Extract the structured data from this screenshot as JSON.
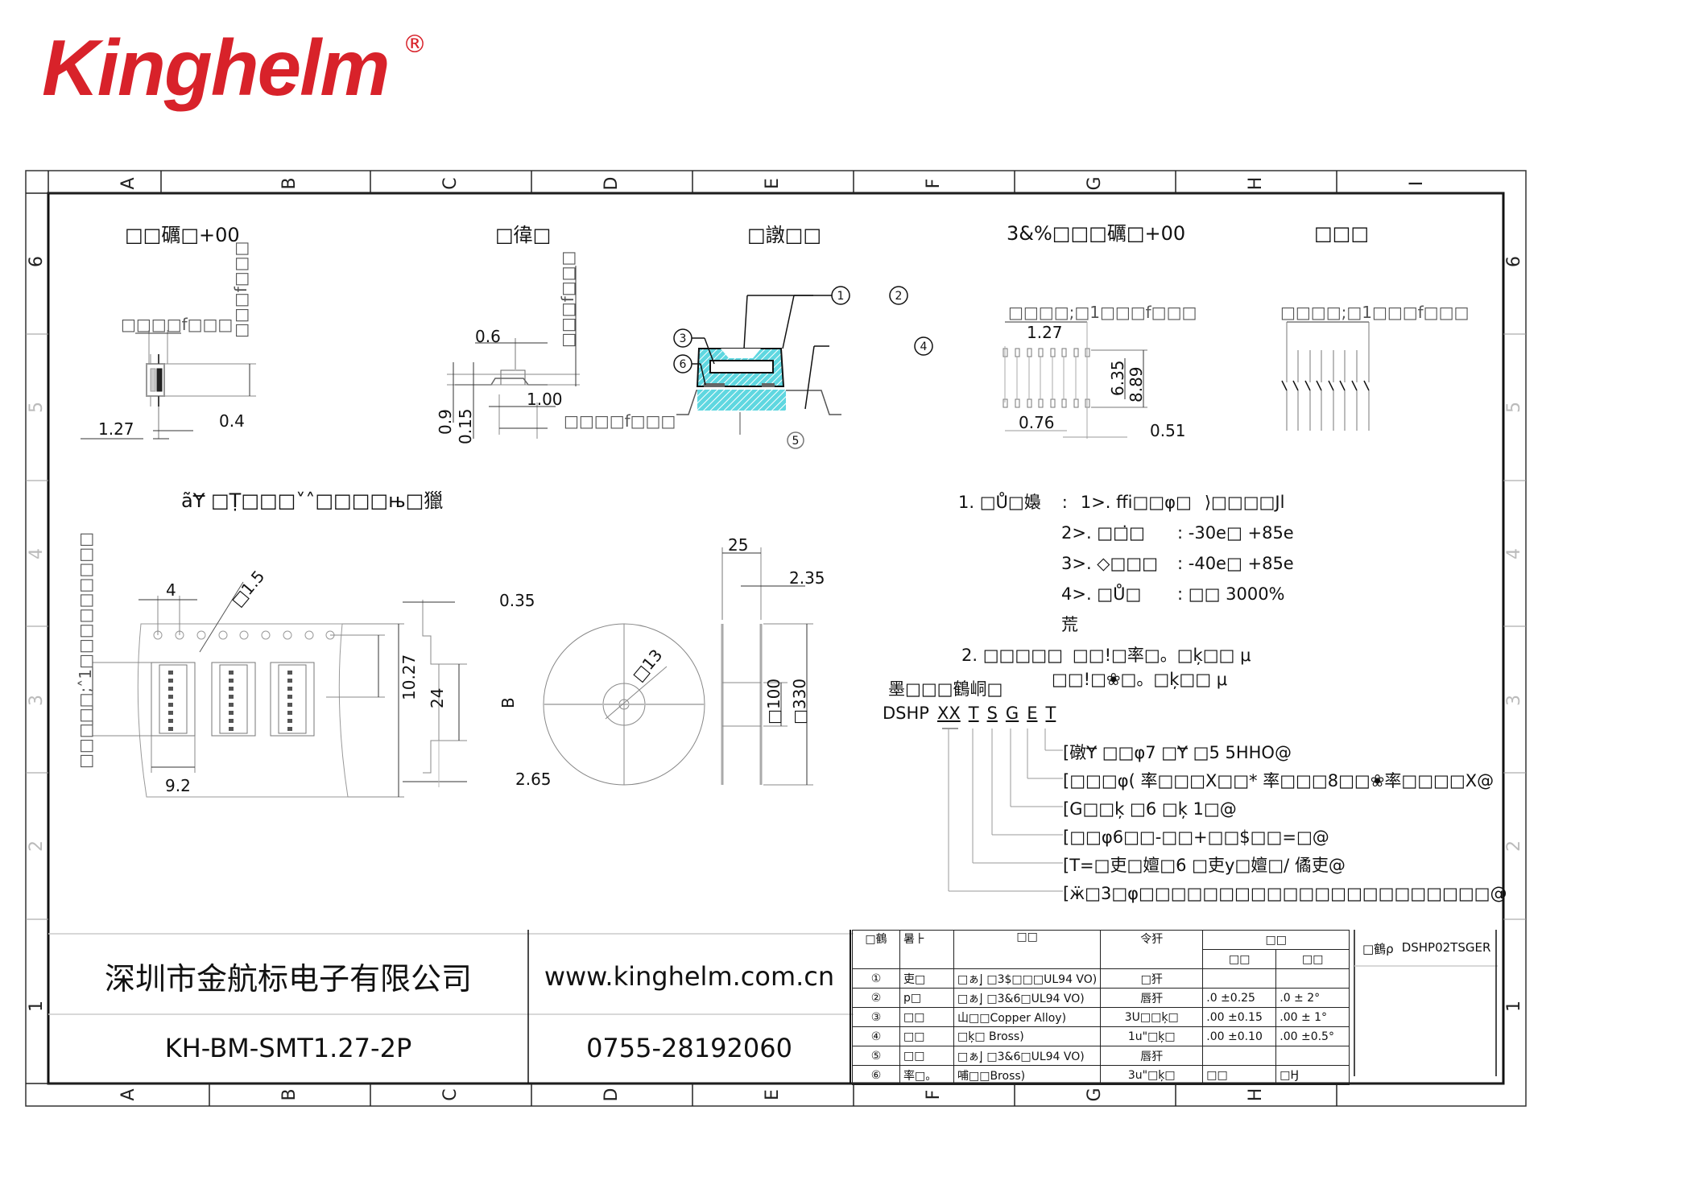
{
  "logo": {
    "brand": "Kinghelm",
    "registered_mark": "®",
    "color": "#d8222a"
  },
  "frame": {
    "columns": [
      "A",
      "B",
      "C",
      "D",
      "E",
      "F",
      "G",
      "H",
      "I"
    ],
    "rows": [
      "6",
      "5",
      "4",
      "3",
      "2",
      "1"
    ]
  },
  "views": {
    "top_view": {
      "title": "□□礪□+00",
      "width_label": "□□□□f□□□",
      "height_label": "□□□f□□□",
      "dims": [
        "1.27",
        "0.4"
      ]
    },
    "side_view": {
      "title": "□徫□",
      "height_label": "□□□f□□□",
      "length_label": "□□□□f□□□",
      "dims": [
        "0.6",
        "1.00",
        "0.9",
        "0.15"
      ]
    },
    "section_view": {
      "title": "□譈□□",
      "callouts": [
        "1",
        "2",
        "3",
        "4",
        "5",
        "6"
      ]
    },
    "pcb_layout": {
      "title": "3&%□□□礪□+00",
      "span_label": "□□□□;□1□□□f□□□",
      "dims": [
        "1.27",
        "6.35",
        "8.89",
        "0.76",
        "0.51"
      ]
    },
    "schematic": {
      "title": "□□□",
      "span_label": "□□□□;□1□□□f□□□"
    },
    "packaging": {
      "title": "а̃Ɏ □Ṭ□□□˅˄□□□□њ□獵",
      "side_label": "□□□□□;˄1□□□□□□□□□",
      "dims": [
        "4",
        "□1.5",
        "10.27",
        "24",
        "9.2",
        "0.35",
        "B",
        "2.65",
        "□13",
        "25",
        "2.35",
        "□100",
        "□330"
      ]
    }
  },
  "specs": {
    "heading": "1. □Ů□嬝",
    "items": [
      {
        "label": "1>. ffi̇□□φ□",
        "value": "⟩□□□□Jl"
      },
      {
        "label": "2>. □□̇□",
        "value": ": -30e□  +85e"
      },
      {
        "label": "3>. ◇□□□",
        "value": ": -40e□  +85e"
      },
      {
        "label": "4>. □Ů□荒",
        "value": ": □□  3000%"
      }
    ],
    "item2_heading": "2. □□□□□",
    "item2_lines": [
      "□□!□率□。□ķ□□  μ",
      "□□!□❀□。□ķ□□  μ"
    ]
  },
  "part_code": {
    "heading": "墨□□□鶴峒□",
    "code_prefix": "DSHP",
    "code_segments": [
      "XX",
      "T",
      "S",
      "G",
      "E",
      "T"
    ],
    "legend": [
      "[礅Ɏ □□φ7 □Ɏ □5 5HHO@",
      "[□□□φ( 率□□□X□□* 率□□□8□□❀率□□□□X@",
      "[G□□ķ □6 □ķ 1□@",
      "[□□φ6□□-□□+□□$□□=□@",
      "[T=□吏□嬗□6 □吏y□嬗□/ 僪吏@",
      "[ӝ□3□φ□□□□□□□□□□□□□□□□□□□□□□@"
    ]
  },
  "title_block": {
    "company": "深圳市金航标电子有限公司",
    "website": "www.kinghelm.com.cn",
    "model": "KH-BM-SMT1.27-2P",
    "phone": "0755-28192060",
    "part_number_label": "□鶴ρ",
    "part_number": "DSHP02TSGER"
  },
  "bom_table": {
    "headers": [
      "□鶴",
      "暑⺊",
      "□□",
      "令犴",
      "□□"
    ],
    "subheaders": [
      "□□",
      "□□"
    ],
    "rows": [
      {
        "no": "①",
        "name": "吏□",
        "material": "□ぁ|̦ □3$□□□UL94 VO)",
        "finish": "□犴",
        "tol1": "",
        "tol2": ""
      },
      {
        "no": "②",
        "name": "p□",
        "material": "□ぁ|̦ □3&6□UL94 VO)",
        "finish": "唇犴",
        "tol1": ".0  ±0.25",
        "tol2": ".0  ± 2°"
      },
      {
        "no": "③",
        "name": "□□",
        "material": "山□□Copper Alloy)",
        "finish": "3U□□ķ□",
        "tol1": ".00 ±0.15",
        "tol2": ".00 ± 1°"
      },
      {
        "no": "④",
        "name": "□□",
        "material": "□ķ□ Bross)",
        "finish": "1u\"□ķ□",
        "tol1": ".00 ±0.10",
        "tol2": ".00 ±0.5°"
      },
      {
        "no": "⑤",
        "name": "□□",
        "material": "□ぁ|̦ □3&6□UL94 VO)",
        "finish": "唇犴",
        "tol1": "",
        "tol2": ""
      },
      {
        "no": "⑥",
        "name": "率□。",
        "material": "哺□□Bross)",
        "finish": "3u\"□ķ□",
        "tol1": "□□",
        "tol2": "□Ӈ"
      }
    ]
  }
}
